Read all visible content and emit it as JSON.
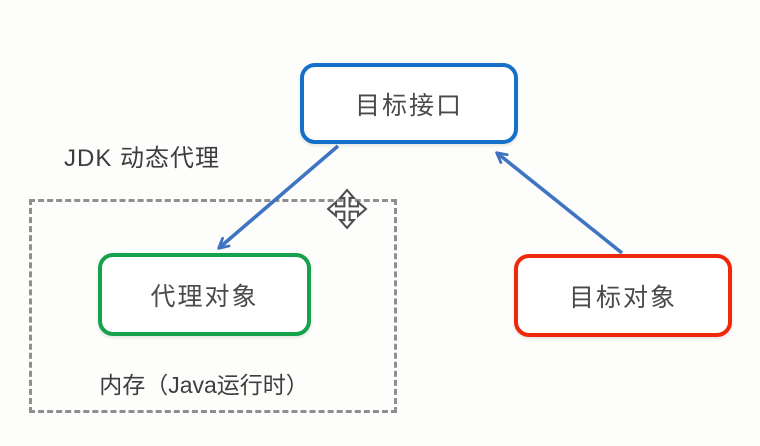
{
  "canvas": {
    "annotation_label": "JDK 动态代理",
    "memory_region": {
      "label": "内存（Java运行时）",
      "border_color": "#8f8f8f",
      "border_style": "dashed"
    },
    "nodes": {
      "target_interface": {
        "label": "目标接口",
        "border_color": "#1470c8"
      },
      "proxy_object": {
        "label": "代理对象",
        "border_color": "#16a24c"
      },
      "target_object": {
        "label": "目标对象",
        "border_color": "#ef2809"
      }
    },
    "arrows": [
      {
        "from": "target_interface",
        "to": "proxy_object",
        "color": "#3e74c2"
      },
      {
        "from": "target_object",
        "to": "target_interface",
        "color": "#3e74c2"
      }
    ],
    "icons": {
      "move_cursor": "four-way-move-arrows"
    }
  }
}
